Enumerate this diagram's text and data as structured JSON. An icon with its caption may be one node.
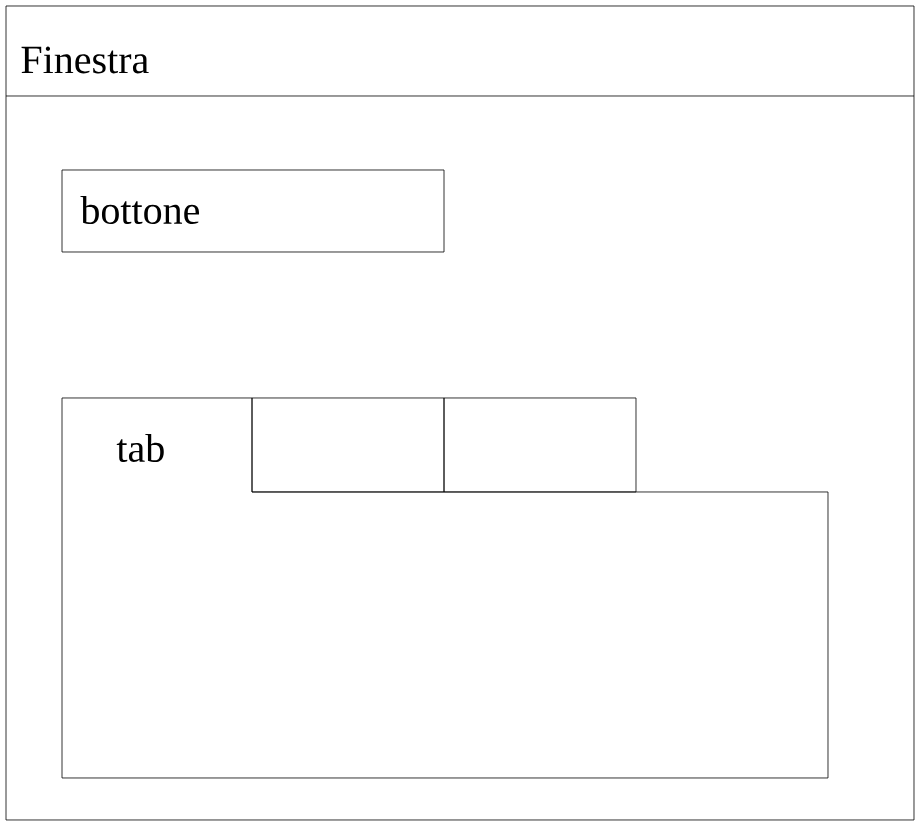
{
  "diagram": {
    "nodes": [
      {
        "text": [
          "Finestra"
        ]
      },
      {
        "text": [
          "bottone"
        ],
        "in": 0
      },
      {
        "text": [
          "tab"
        ],
        "in": 0
      },
      {
        "text": [],
        "shape": "box",
        "in": 0
      },
      {
        "text": [],
        "shape": "box",
        "in": 0
      }
    ]
  }
}
